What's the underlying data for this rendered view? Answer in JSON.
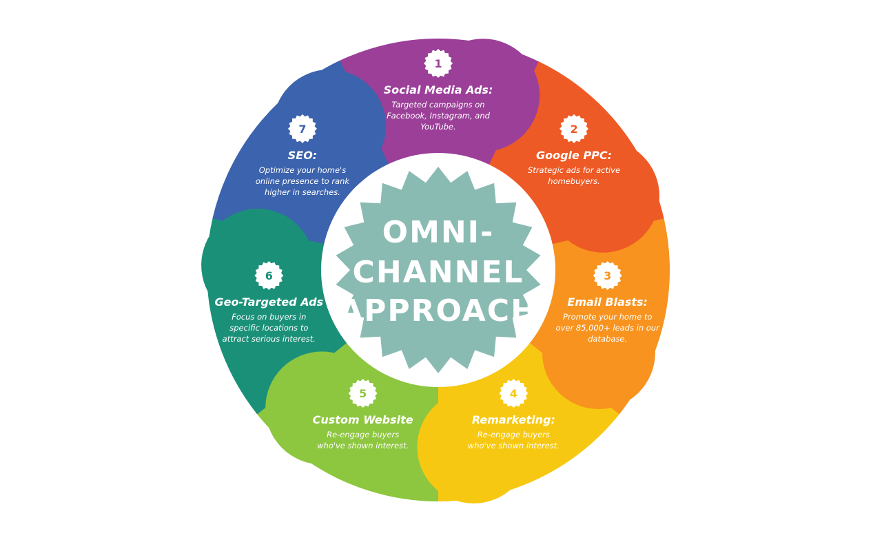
{
  "center": {
    "lines": [
      "OMNI-",
      "CHANNEL",
      "APPROACH"
    ],
    "color": "#8abbb3"
  },
  "segments": [
    {
      "number": "1",
      "title": "Social Media Ads:",
      "description": [
        "Targeted campaigns on",
        "Facebook, Instagram, and",
        "YouTube."
      ],
      "color": "#9b3f98"
    },
    {
      "number": "2",
      "title": "Google PPC:",
      "description": [
        "Strategic ads for active",
        "homebuyers."
      ],
      "color": "#ee5a26"
    },
    {
      "number": "3",
      "title": "Email Blasts:",
      "description": [
        "Promote your home to",
        "over 85,000+ leads in our",
        "database."
      ],
      "color": "#f7931e"
    },
    {
      "number": "4",
      "title": "Remarketing:",
      "description": [
        "Re-engage buyers",
        "who've shown interest."
      ],
      "color": "#f7c811"
    },
    {
      "number": "5",
      "title": "Custom Website",
      "description": [
        "Re-engage buyers",
        "who've shown interest."
      ],
      "color": "#8dc63f"
    },
    {
      "number": "6",
      "title": "Geo-Targeted Ads",
      "description": [
        "Focus on buyers in",
        "specific locations to",
        "attract serious interest."
      ],
      "color": "#1b9079"
    },
    {
      "number": "7",
      "title": "SEO:",
      "description": [
        "Optimize your home's",
        "online presence to rank",
        "higher in searches."
      ],
      "color": "#3c63ad"
    }
  ]
}
